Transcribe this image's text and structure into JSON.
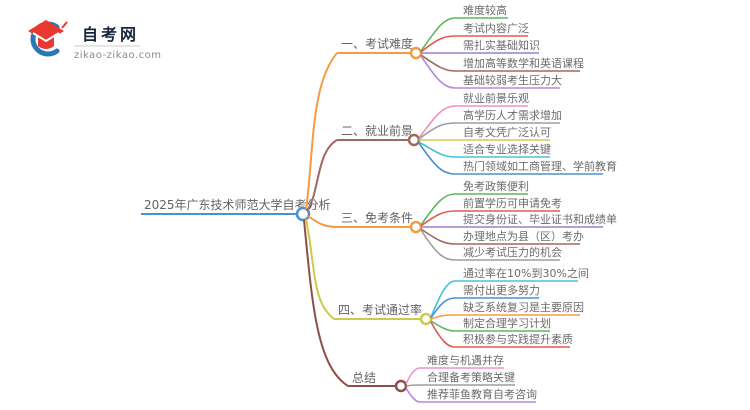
{
  "logo": {
    "title": "自考网",
    "domain": "zikao-zikao.com"
  },
  "root": {
    "label": "2025年广东技术师范大学自考分析"
  },
  "branches": [
    {
      "label": "一、考试难度",
      "children": [
        "难度较高",
        "考试内容广泛",
        "需扎实基础知识",
        "增加高等数学和英语课程",
        "基础较弱考生压力大"
      ]
    },
    {
      "label": "二、就业前景",
      "children": [
        "就业前景乐观",
        "高学历人才需求增加",
        "自考文凭广泛认可",
        "适合专业选择关键",
        "热门领域如工商管理、学前教育"
      ]
    },
    {
      "label": "三、免考条件",
      "children": [
        "免考政策便利",
        "前置学历可申请免考",
        "提交身份证、毕业证书和成绩单",
        "办理地点为县（区）考办",
        "减少考试压力的机会"
      ]
    },
    {
      "label": "四、考试通过率",
      "children": [
        "通过率在10%到30%之间",
        "需付出更多努力",
        "缺乏系统复习是主要原因",
        "制定合理学习计划",
        "积极参与实践提升素质"
      ]
    },
    {
      "label": "总结",
      "children": [
        "难度与机遇并存",
        "合理备考策略关键",
        "推荐菲鱼教育自考咨询"
      ]
    }
  ],
  "palette": {
    "blue": "#4A90D2",
    "orange": "#F59B45",
    "rosybrown": "#A1695B",
    "maroon": "#8E4F47",
    "olive": "#CCC94F",
    "green": "#5CB85C",
    "red": "#E05A55",
    "purple": "#9B7FD4",
    "violet": "#B38BDD",
    "pink": "#F08FC6",
    "gray": "#9D9D9D",
    "yellow": "#D2CB4E",
    "cyan": "#46C2E0",
    "divider": "#CCCCCC",
    "logo_red": "#E8382F",
    "logo_blue": "#2878B8"
  }
}
